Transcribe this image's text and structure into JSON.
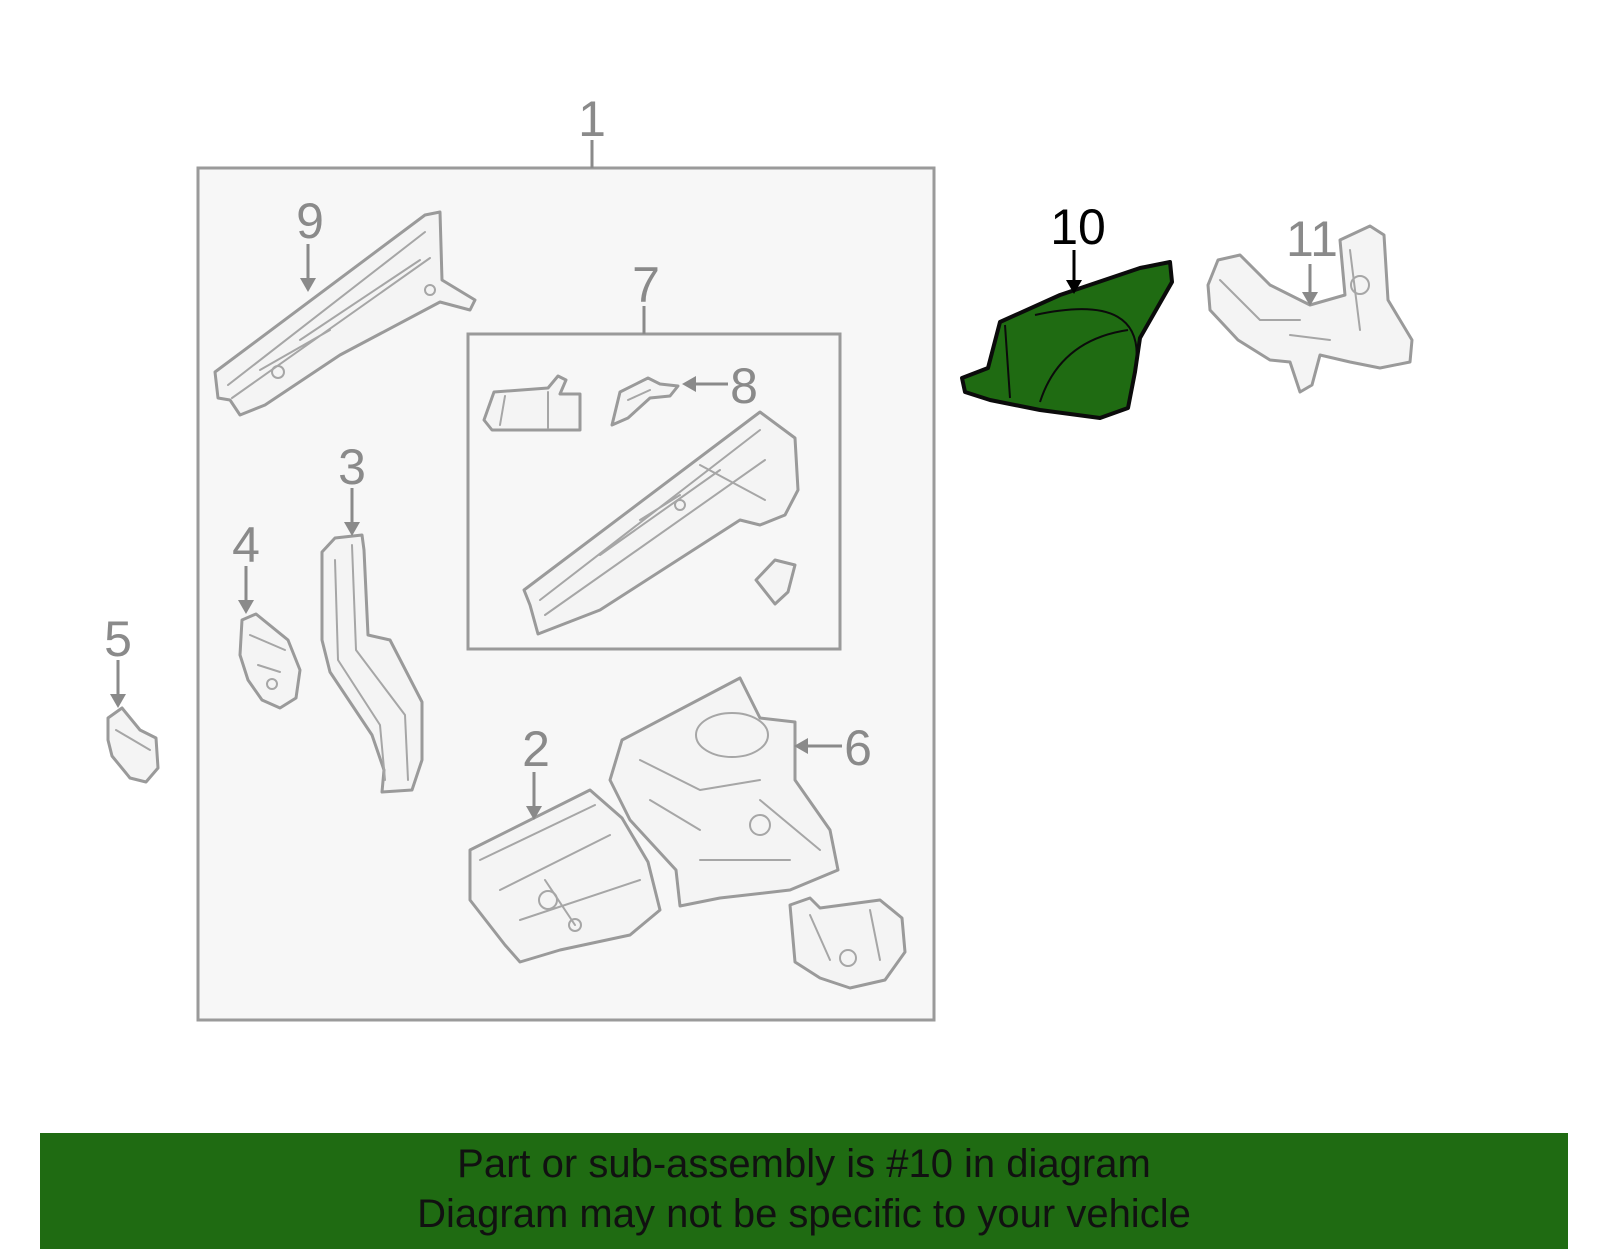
{
  "callouts": {
    "c1": "1",
    "c2": "2",
    "c3": "3",
    "c4": "4",
    "c5": "5",
    "c6": "6",
    "c7": "7",
    "c8": "8",
    "c9": "9",
    "c10": "10",
    "c11": "11"
  },
  "highlighted_part": "10",
  "colors": {
    "highlight_fill": "#1f6b12",
    "banner_background": "#1f6b12",
    "part_outline": "#9a9a9a",
    "panel_background": "#f7f7f7"
  },
  "banner": {
    "line1": "Part or sub-assembly is #10 in diagram",
    "line2": "Diagram may not be specific to your vehicle"
  }
}
